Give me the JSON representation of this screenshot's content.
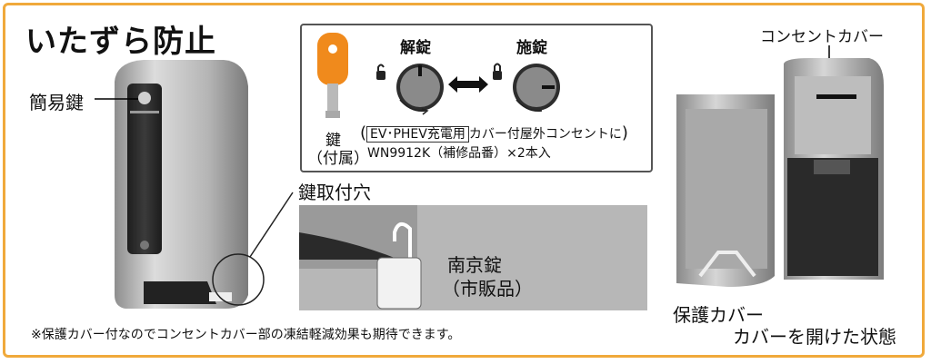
{
  "title": "いたずら防止",
  "labels": {
    "simple_key": "簡易鍵",
    "key_hole": "鍵取付穴",
    "padlock_line1": "南京錠",
    "padlock_line2": "（市販品）",
    "outlet_cover": "コンセントカバー",
    "protective_cover": "保護カバー",
    "cover_open_state": "カバーを開けた状態"
  },
  "key_panel": {
    "unlock": "解錠",
    "lock": "施錠",
    "key_line1": "鍵",
    "key_line2": "（付属）",
    "boxed_text": "EV･PHEV充電用",
    "line1_rest": "カバー付屋外コンセントに",
    "line2": "WN9912K（補修品番）×2本入"
  },
  "note": "※保護カバー付なのでコンセントカバー部の凍結軽減効果も期待できます。",
  "colors": {
    "border": "#f0a93b",
    "key_orange": "#f08a1c"
  }
}
